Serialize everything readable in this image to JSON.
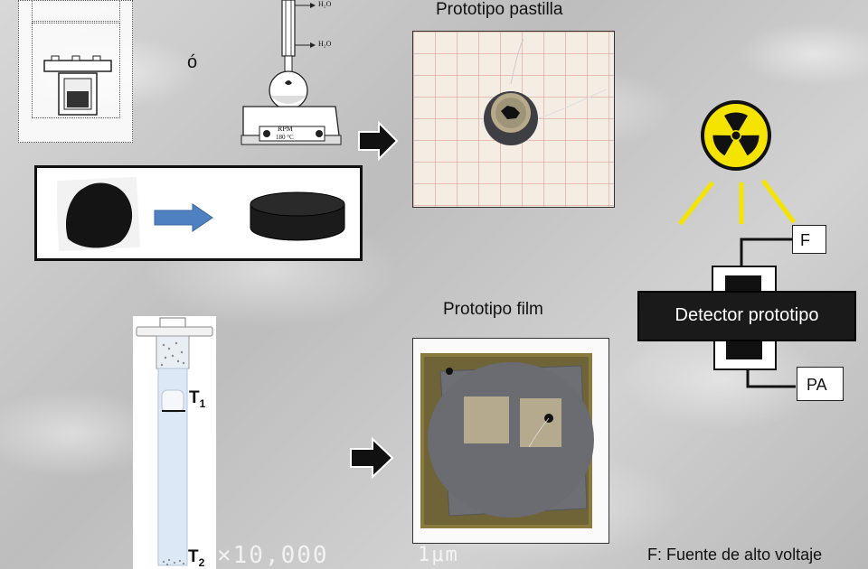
{
  "labels": {
    "or_char": "ó",
    "title_pastilla": "Prototipo pastilla",
    "title_film": "Prototipo film",
    "detector": "Detector prototipo",
    "f_box": "F",
    "pa_box": "PA",
    "t1": "T",
    "t1_sub": "1",
    "t2": "T",
    "t2_sub": "2",
    "legend_f": "F: Fuente de alto voltaje"
  },
  "apparatus": {
    "h2o_top": "H₂O",
    "h2o_bottom": "H₂O",
    "rpm": "RPM",
    "temp": "180 °C"
  },
  "sem_overlay": {
    "magnification": "×10,000",
    "scale": "1μm"
  },
  "colors": {
    "radiation_yellow": "#f5e400",
    "arrow_blue": "#4f80c0",
    "detector_bg": "#1a1a1a"
  }
}
